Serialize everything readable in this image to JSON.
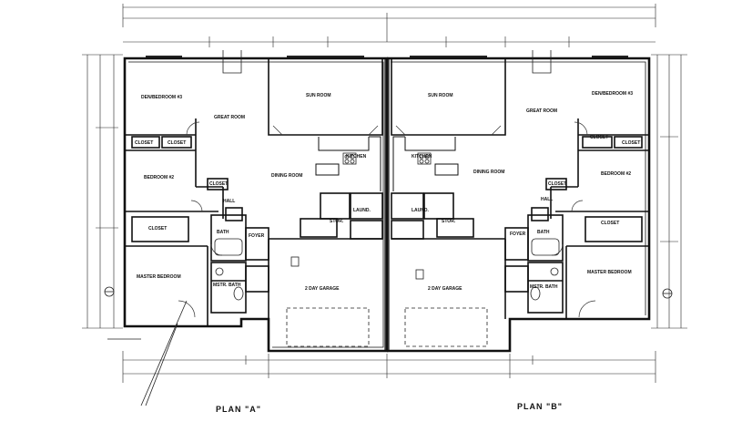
{
  "plans": [
    {
      "label": "PLAN \"A\"",
      "rooms": [
        {
          "id": "den",
          "name": "DEN/BEDROOM #3"
        },
        {
          "id": "sun",
          "name": "SUN ROOM"
        },
        {
          "id": "great",
          "name": "GREAT ROOM"
        },
        {
          "id": "closet1",
          "name": "CLOSET"
        },
        {
          "id": "closet2",
          "name": "CLOSET"
        },
        {
          "id": "bed2",
          "name": "BEDROOM #2"
        },
        {
          "id": "dining",
          "name": "DINING ROOM"
        },
        {
          "id": "kitchen",
          "name": "KITCHEN"
        },
        {
          "id": "closet3",
          "name": "CLOSET"
        },
        {
          "id": "hall",
          "name": "HALL"
        },
        {
          "id": "closet4",
          "name": "CLOSET"
        },
        {
          "id": "laund",
          "name": "LAUND."
        },
        {
          "id": "stor",
          "name": "STOR."
        },
        {
          "id": "bath",
          "name": "BATH"
        },
        {
          "id": "foyer",
          "name": "FOYER"
        },
        {
          "id": "master",
          "name": "MASTER BEDROOM"
        },
        {
          "id": "mstrbath",
          "name": "MSTR. BATH"
        },
        {
          "id": "garage",
          "name": "2 DAY GARAGE"
        }
      ]
    },
    {
      "label": "PLAN \"B\"",
      "rooms": [
        {
          "id": "den",
          "name": "DEN/BEDROOM #3"
        },
        {
          "id": "sun",
          "name": "SUN ROOM"
        },
        {
          "id": "great",
          "name": "GREAT ROOM"
        },
        {
          "id": "closet1",
          "name": "CLOSET"
        },
        {
          "id": "closet2",
          "name": "CLOSET"
        },
        {
          "id": "bed2",
          "name": "BEDROOM #2"
        },
        {
          "id": "dining",
          "name": "DINING ROOM"
        },
        {
          "id": "kitchen",
          "name": "KITCHEN"
        },
        {
          "id": "closet3",
          "name": "CLOSET"
        },
        {
          "id": "hall",
          "name": "HALL"
        },
        {
          "id": "closet4",
          "name": "CLOSET"
        },
        {
          "id": "laund",
          "name": "LAUND."
        },
        {
          "id": "stor",
          "name": "STOR."
        },
        {
          "id": "bath",
          "name": "BATH"
        },
        {
          "id": "foyer",
          "name": "FOYER"
        },
        {
          "id": "master",
          "name": "MASTER BEDROOM"
        },
        {
          "id": "mstrbath",
          "name": "MSTR. BATH"
        },
        {
          "id": "garage",
          "name": "2 DAY GARAGE"
        }
      ]
    }
  ],
  "colors": {
    "ink": "#111111",
    "paper": "#ffffff"
  }
}
